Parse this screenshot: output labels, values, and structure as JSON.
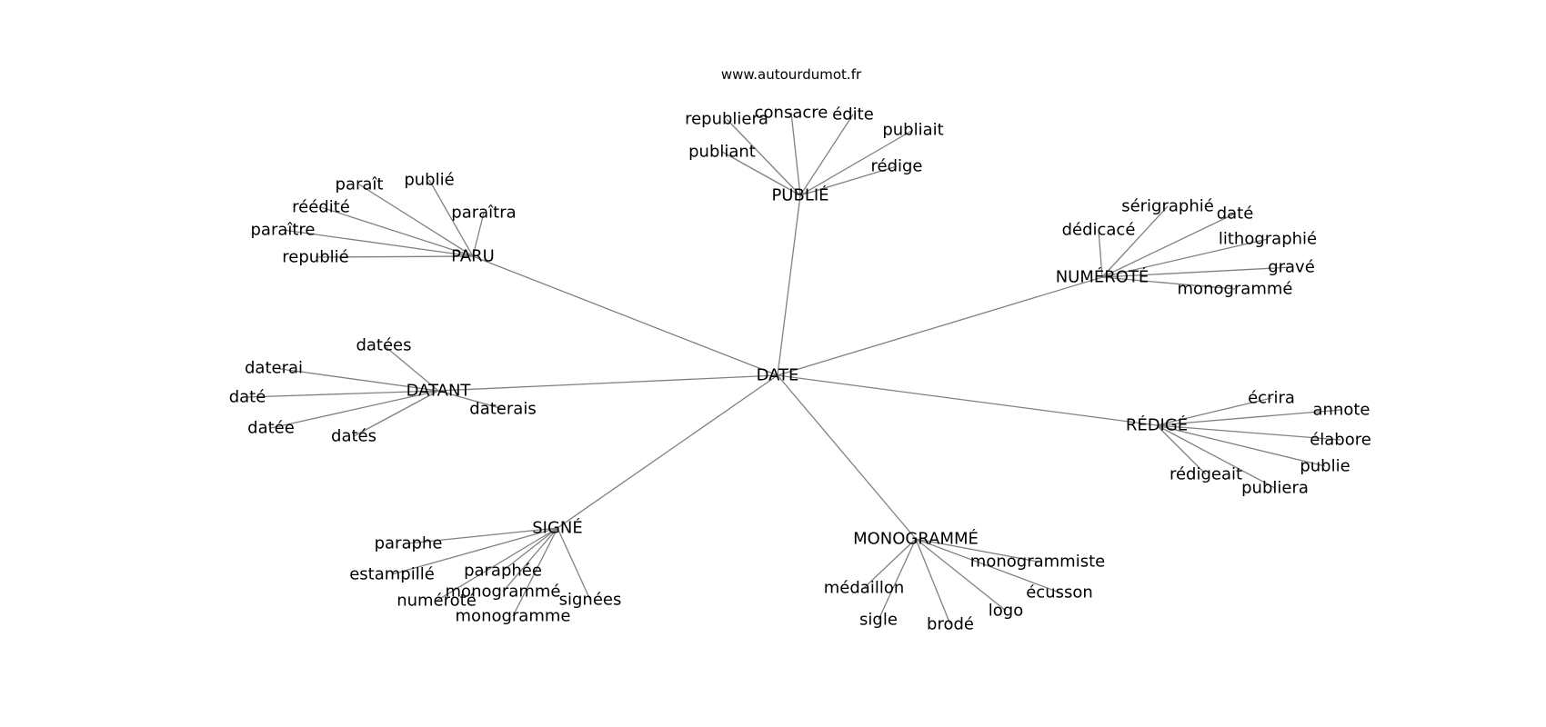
{
  "source_text": "www.autourdumot.fr",
  "colors": {
    "edge": "#808080",
    "text": "#000000",
    "background": "#ffffff"
  },
  "graph": {
    "center": "DATE",
    "clusters": [
      {
        "id": "publie",
        "label": "PUBLIÉ",
        "leaves": [
          "republiera",
          "consacre",
          "édite",
          "publiait",
          "publiant",
          "rédige"
        ]
      },
      {
        "id": "paru",
        "label": "PARU",
        "leaves": [
          "paraît",
          "publié",
          "réédité",
          "paraîtra",
          "paraître",
          "republié"
        ]
      },
      {
        "id": "numerote",
        "label": "NUMÉROTÉ",
        "leaves": [
          "sérigraphié",
          "daté",
          "dédicacé",
          "lithographié",
          "gravé",
          "monogrammé"
        ]
      },
      {
        "id": "datant",
        "label": "DATANT",
        "leaves": [
          "datées",
          "daterai",
          "daté",
          "daterais",
          "datée",
          "datés"
        ]
      },
      {
        "id": "redige",
        "label": "RÉDIGÉ",
        "leaves": [
          "écrira",
          "annote",
          "élabore",
          "publie",
          "rédigeait",
          "publiera"
        ]
      },
      {
        "id": "signe",
        "label": "SIGNÉ",
        "leaves": [
          "paraphe",
          "estampillé",
          "paraphée",
          "monogrammé",
          "signées",
          "numéroté",
          "monogramme"
        ]
      },
      {
        "id": "monogramme",
        "label": "MONOGRAMMÉ",
        "leaves": [
          "monogrammiste",
          "médaillon",
          "écusson",
          "logo",
          "sigle",
          "brodé"
        ]
      }
    ]
  }
}
